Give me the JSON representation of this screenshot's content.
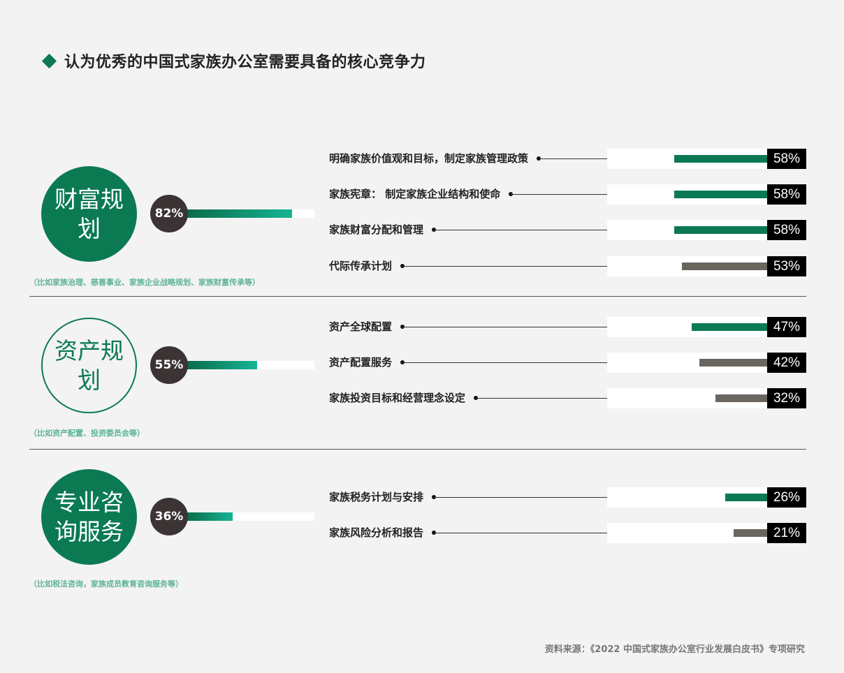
{
  "title": "认为优秀的中国式家族办公室需要具备的核心竞争力",
  "colors": {
    "accent": "#0b7a52",
    "gray_bar": "#6b6560",
    "pill": "#3c3434",
    "note": "#5db39a"
  },
  "chart_data": {
    "type": "bar",
    "groups": [
      {
        "name": "财富规划",
        "value": 82,
        "value_label": "82%",
        "note": "（比如家族治理、慈善事业、家族企业战略规划、家族财富传承等）",
        "circle_style": "filled",
        "items": [
          {
            "label": "明确家族价值观和目标，制定家族管理政策",
            "value": 58,
            "value_label": "58%",
            "color": "green"
          },
          {
            "label": "家族宪章： 制定家族企业结构和使命",
            "value": 58,
            "value_label": "58%",
            "color": "green"
          },
          {
            "label": "家族财富分配和管理",
            "value": 58,
            "value_label": "58%",
            "color": "green"
          },
          {
            "label": "代际传承计划",
            "value": 53,
            "value_label": "53%",
            "color": "gray"
          }
        ]
      },
      {
        "name": "资产规划",
        "value": 55,
        "value_label": "55%",
        "note": "（比如资产配置、投资委员会等）",
        "circle_style": "outline",
        "items": [
          {
            "label": "资产全球配置",
            "value": 47,
            "value_label": "47%",
            "color": "green"
          },
          {
            "label": "资产配置服务",
            "value": 42,
            "value_label": "42%",
            "color": "gray"
          },
          {
            "label": "家族投资目标和经营理念设定",
            "value": 32,
            "value_label": "32%",
            "color": "gray"
          }
        ]
      },
      {
        "name": "专业咨询服务",
        "value": 36,
        "value_label": "36%",
        "note": "（比如税法咨询，家族成员教育咨询服务等）",
        "circle_style": "filled",
        "items": [
          {
            "label": "家族税务计划与安排",
            "value": 26,
            "value_label": "26%",
            "color": "green"
          },
          {
            "label": "家族风险分析和报告",
            "value": 21,
            "value_label": "21%",
            "color": "gray"
          }
        ]
      }
    ]
  },
  "source": "资料来源：《2022 中国式家族办公室行业发展白皮书》专项研究"
}
